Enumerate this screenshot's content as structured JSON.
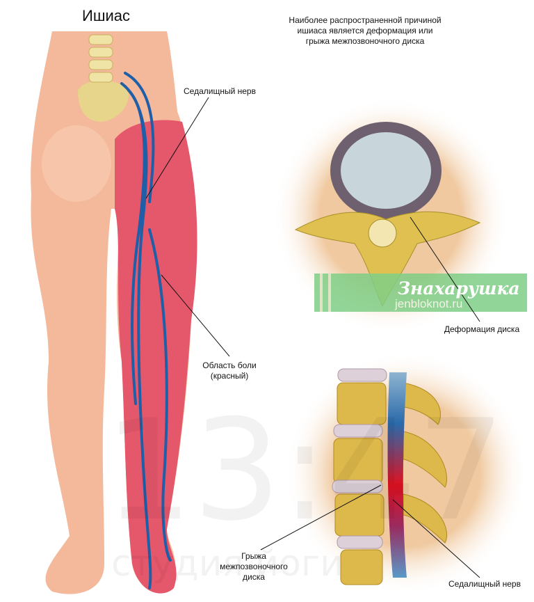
{
  "title": "Ишиас",
  "intro_text": "Наиболее распространенной причиной ишиаса является деформация или грыжа межпозвоночного диска",
  "labels": {
    "sciatic_nerve_top": "Седалищный нерв",
    "pain_area_line1": "Область боли",
    "pain_area_line2": "(красный)",
    "disc_deformation": "Деформация диска",
    "hernia_line1": "Грыжа",
    "hernia_line2": "межпозвоночного",
    "hernia_line3": "диска",
    "sciatic_nerve_bottom": "Седалищный нерв"
  },
  "watermark": {
    "brand": "Знахарушка",
    "site": "jenbloknot.ru",
    "time": "13:47",
    "studio": "студия йоги"
  },
  "colors": {
    "skin": "#f4b89a",
    "pain": "#e5576b",
    "nerve": "#1f5fa8",
    "bone": "#e0c050",
    "circle_bg": "#f3d2ad",
    "banner": "#7fce86"
  }
}
